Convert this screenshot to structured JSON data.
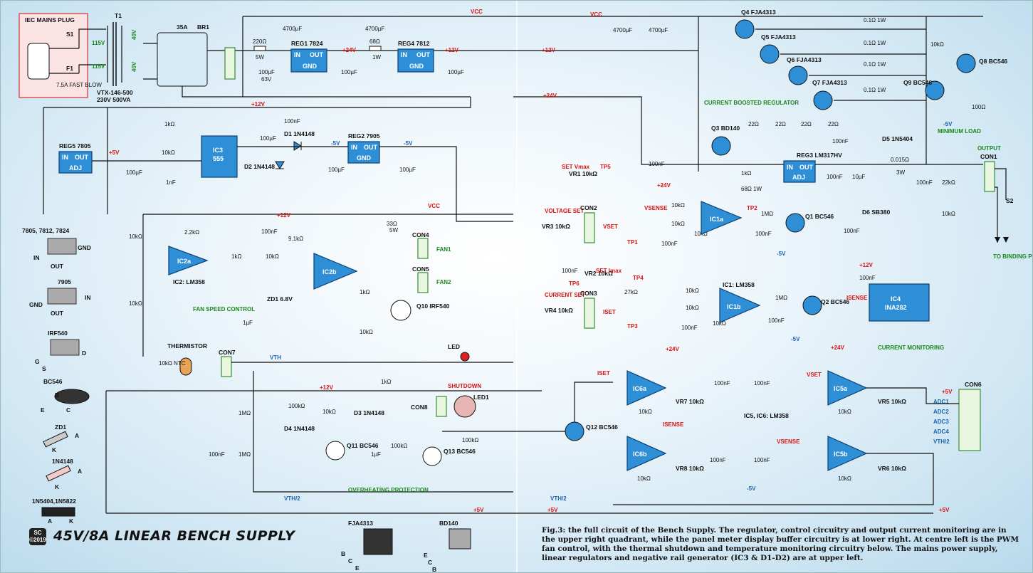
{
  "title": "45V/8A LINEAR BENCH SUPPLY",
  "logo": "SC ©2019",
  "caption": "Fig.3: the full circuit of the Bench Supply. The regulator, control circuitry and output current monitoring are in the upper right quadrant, while the panel meter display buffer circuitry is at lower right. At centre left is the PWM fan control, with the thermal shutdown and temperature monitoring circuitry below. The mains power supply, linear regulators and negative rail generator (IC3 & D1-D2) are at upper left.",
  "mains": {
    "plug": "IEC MAINS PLUG",
    "s1": "S1",
    "f1": "F1",
    "fuse": "7.5A FAST BLOW",
    "t1": "T1",
    "tap1": "115V",
    "tap2": "115V",
    "sec1": "40V",
    "sec2": "40V",
    "transformer": "VTX-146-500",
    "rating": "230V 500VA",
    "br1": "BR1",
    "br_amps": "35A"
  },
  "rails": {
    "vcc": "VCC",
    "p24": "+24V",
    "p12": "+12V",
    "p5": "+5V",
    "m5": "-5V",
    "vth": "VTH",
    "vth2": "VTH/2"
  },
  "regulators": {
    "reg1": "REG1 7824",
    "reg4": "REG4 7812",
    "reg5": "REG5 7805",
    "reg2": "REG2 7905",
    "reg3": "REG3 LM317HV",
    "in": "IN",
    "out": "OUT",
    "gnd": "GND",
    "adj": "ADJ"
  },
  "caps": {
    "c4700": "4700µF",
    "c100u": "100µF",
    "c100u63": "63V",
    "c100n": "100nF",
    "c1u": "1µF",
    "c10u": "10µF",
    "c1n": "1nF"
  },
  "resistors": {
    "r220": "220Ω",
    "r220w": "5W",
    "r68": "68Ω",
    "r68w": "1W",
    "r1k": "1kΩ",
    "r10k": "10kΩ",
    "r2k2": "2.2kΩ",
    "r9k1": "9.1kΩ",
    "r33": "33Ω",
    "r33w": "5W",
    "r1m": "1MΩ",
    "r100k": "100kΩ",
    "r01": "0.1Ω 1W",
    "r22": "22Ω",
    "r100": "100Ω",
    "r015": "0.015Ω",
    "r015w": "3W",
    "r68ohm1w": "68Ω 1W",
    "r22k": "22kΩ",
    "r27k": "27kΩ"
  },
  "ics": {
    "ic3": "IC3",
    "ic3type": "555",
    "ic2a": "IC2a",
    "ic2b": "IC2b",
    "ic2": "IC2: LM358",
    "ic1a": "IC1a",
    "ic1b": "IC1b",
    "ic1": "IC1: LM358",
    "ic4": "IC4",
    "ic4type": "INA282",
    "ic5a": "IC5a",
    "ic5b": "IC5b",
    "ic6a": "IC6a",
    "ic6b": "IC6b",
    "ic56": "IC5, IC6: LM358"
  },
  "semis": {
    "d1": "D1 1N4148",
    "d2": "D2 1N4148",
    "zd1": "ZD1 6.8V",
    "d3": "D3 1N4148",
    "d4": "D4 1N4148",
    "d5": "D5 1N5404",
    "d6": "D6 SB380",
    "q4": "Q4 FJA4313",
    "q5": "Q5 FJA4313",
    "q6": "Q6 FJA4313",
    "q7": "Q7 FJA4313",
    "q8": "Q8 BC546",
    "q9": "Q9 BC546",
    "q3": "Q3 BD140",
    "q1": "Q1 BC546",
    "q2": "Q2 BC546",
    "q10": "Q10 IRF540",
    "q11": "Q11 BC546",
    "q12": "Q12 BC546",
    "q13": "Q13 BC546",
    "led": "LED",
    "led1": "LED1"
  },
  "connectors": {
    "con1": "CON1",
    "con2": "CON2",
    "con3": "CON3",
    "con4": "CON4",
    "con5": "CON5",
    "con6": "CON6",
    "con7": "CON7",
    "con8": "CON8",
    "s2": "S2",
    "fan1": "FAN1",
    "fan2": "FAN2",
    "thermistor": "THERMISTOR",
    "ntc": "10kΩ NTC"
  },
  "pots": {
    "vr1": "VR1 10kΩ",
    "vr2": "VR2 10kΩ",
    "vr3": "VR3 10kΩ",
    "vr4": "VR4 10kΩ",
    "vr5": "VR5 10kΩ",
    "vr6": "VR6 10kΩ",
    "vr7": "VR7 10kΩ",
    "vr8": "VR8 10kΩ"
  },
  "labels": {
    "fan_speed": "FAN SPEED CONTROL",
    "overheat": "OVERHEATING PROTECTION",
    "shutdown": "SHUTDOWN",
    "current_boosted": "CURRENT BOOSTED REGULATOR",
    "min_load": "MINIMUM LOAD",
    "current_mon": "CURRENT MONITORING",
    "output": "OUTPUT",
    "to_binding": "TO BINDING POSTS",
    "voltage_set": "VOLTAGE SET",
    "current_set": "CURRENT SET",
    "set_vmax": "SET Vmax",
    "set_imax": "SET Imax",
    "vsense": "VSENSE",
    "isense": "ISENSE",
    "vset": "VSET",
    "iset": "ISET",
    "tp1": "TP1",
    "tp2": "TP2",
    "tp3": "TP3",
    "tp4": "TP4",
    "tp5": "TP5",
    "tp6": "TP6",
    "adc1": "ADC1",
    "adc2": "ADC2",
    "adc3": "ADC3",
    "adc4": "ADC4",
    "vth2": "VTH/2"
  },
  "pinouts": {
    "reg_pos": "7805, 7812, 7824",
    "reg_neg": "7905",
    "irf": "IRF540",
    "bc": "BC546",
    "zd": "ZD1",
    "d4148": "1N4148",
    "d5404": "1N5404,1N5822",
    "fja": "FJA4313",
    "bd": "BD140",
    "pin_in": "IN",
    "pin_out": "OUT",
    "pin_gnd": "GND",
    "g": "G",
    "d": "D",
    "s": "S",
    "b": "B",
    "c": "C",
    "e": "E",
    "a": "A",
    "k": "K"
  }
}
